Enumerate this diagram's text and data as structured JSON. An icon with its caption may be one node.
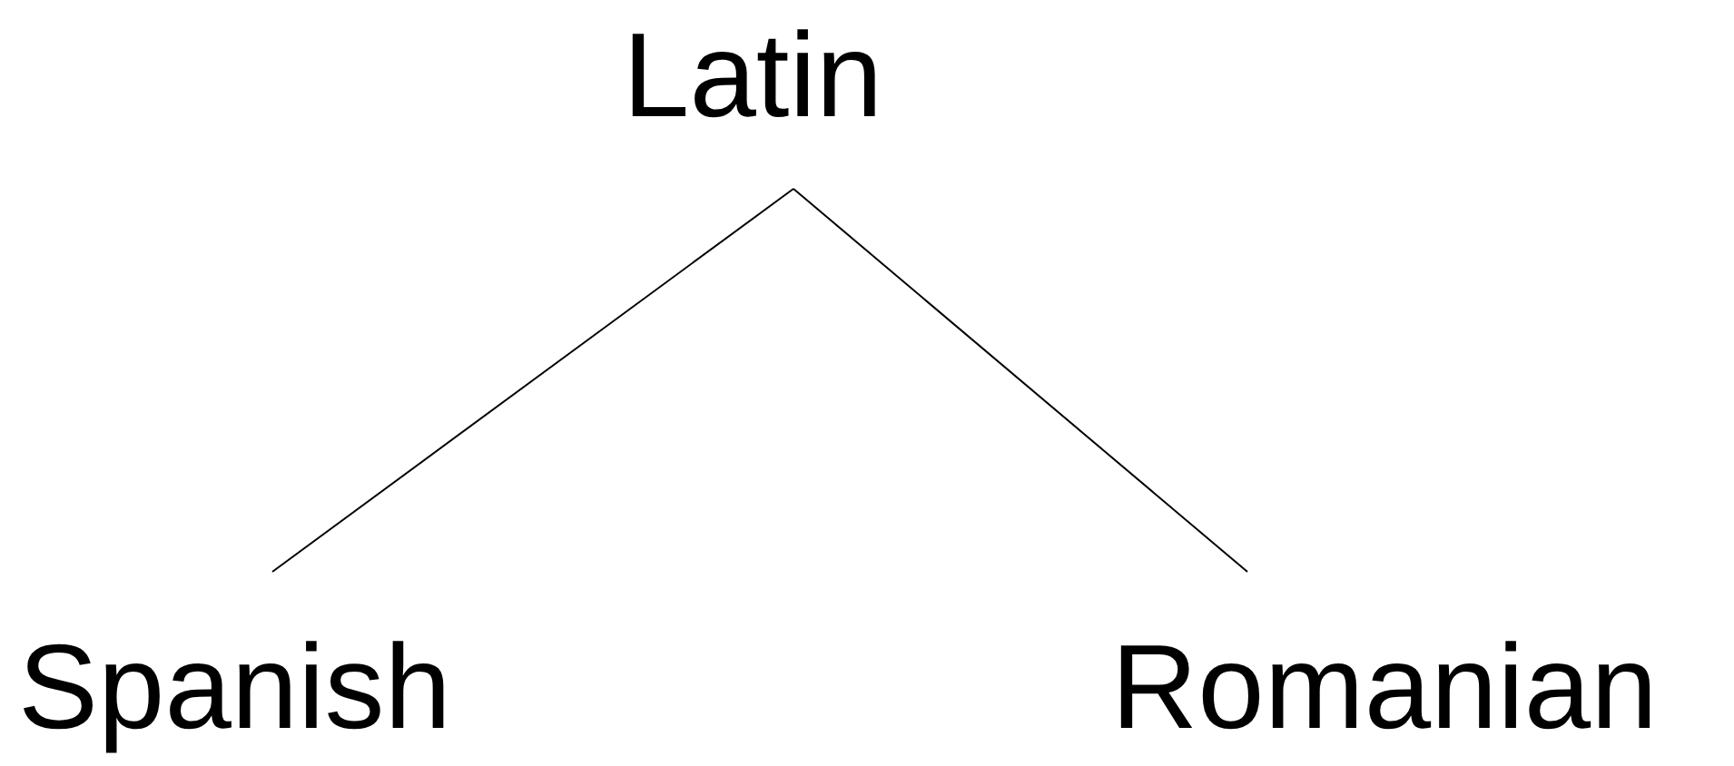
{
  "diagram": {
    "nodes": [
      {
        "text": [
          "Latin"
        ]
      },
      {
        "text": [
          "Spanish"
        ]
      },
      {
        "text": [
          "Romanian"
        ]
      }
    ],
    "edges": [
      {
        "from": 0,
        "to": 1,
        "arrow": "none"
      },
      {
        "from": 0,
        "to": 2,
        "arrow": "none"
      }
    ]
  }
}
